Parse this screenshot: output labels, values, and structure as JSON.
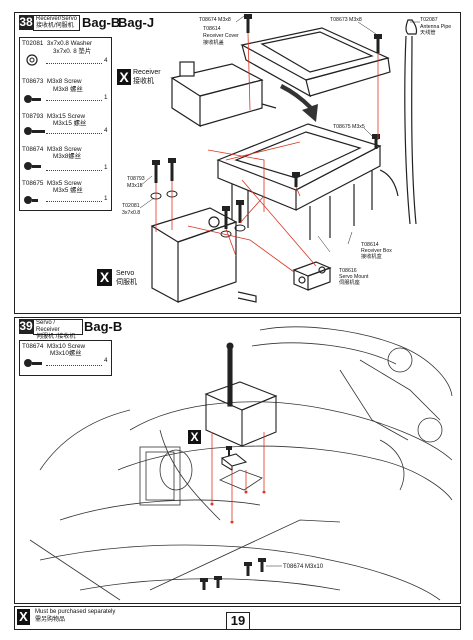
{
  "step38": {
    "number": "38",
    "title_en": "Receiver/Servo",
    "title_cn": "接收机/伺服机",
    "bag1": "Bag-B",
    "bag2": "Bag-J",
    "parts": [
      {
        "code": "T02081",
        "name": "3x7x0.8 Washer",
        "desc": "3x7x0. 8  垫片",
        "qty": "4"
      },
      {
        "code": "T08673",
        "name": "M3x8 Screw",
        "desc": "M3x8  螺丝",
        "qty": "1"
      },
      {
        "code": "T08793",
        "name": "M3x15 Screw",
        "desc": "M3x15  螺丝",
        "qty": "4"
      },
      {
        "code": "T08674",
        "name": "M3x8 Screw",
        "desc": "M3x8螺丝",
        "qty": "1"
      },
      {
        "code": "T08675",
        "name": "M3x5 Screw",
        "desc": "M3x5  螺丝",
        "qty": "1"
      }
    ],
    "labels": {
      "t08674": "T08674 M3x8",
      "t08614a": "T08614",
      "receiver_cover_en": "Receiver Cover",
      "receiver_cover_cn": "接收机盖",
      "t08673": "T08673 M3x8",
      "t02087": "T02087",
      "antenna_en": "Antenna Pipe",
      "antenna_cn": "天线管",
      "receiver_en": "Receiver",
      "receiver_cn": "接收机",
      "t08675": "T08675 M3x5",
      "t08793a": "T08793",
      "t08793b": "M3x15",
      "t02081a": "T02081",
      "t02081b": "3x7x0.8",
      "t08614b": "T08614",
      "receiver_box_en": "Receiver Box",
      "receiver_box_cn": "接收机盒",
      "t08616": "T08616",
      "servo_mount_en": "Servo Mount",
      "servo_mount_cn": "伺服机座",
      "servo_en": "Servo",
      "servo_cn": "伺服机",
      "x": "X"
    }
  },
  "step39": {
    "number": "39",
    "title_en": "Servo / Receiver",
    "title_cn": "伺服机 /接收机",
    "bag": "Bag-B",
    "parts": [
      {
        "code": "T08674",
        "name": "M3x10 Screw",
        "desc": "M3x10螺丝",
        "qty": "4"
      }
    ],
    "labels": {
      "t08674": "T08674 M3x10",
      "x": "X"
    }
  },
  "footer": {
    "x": "X",
    "note_en": "Must be purchased separately",
    "note_cn": "需另购物品",
    "page": "19"
  }
}
